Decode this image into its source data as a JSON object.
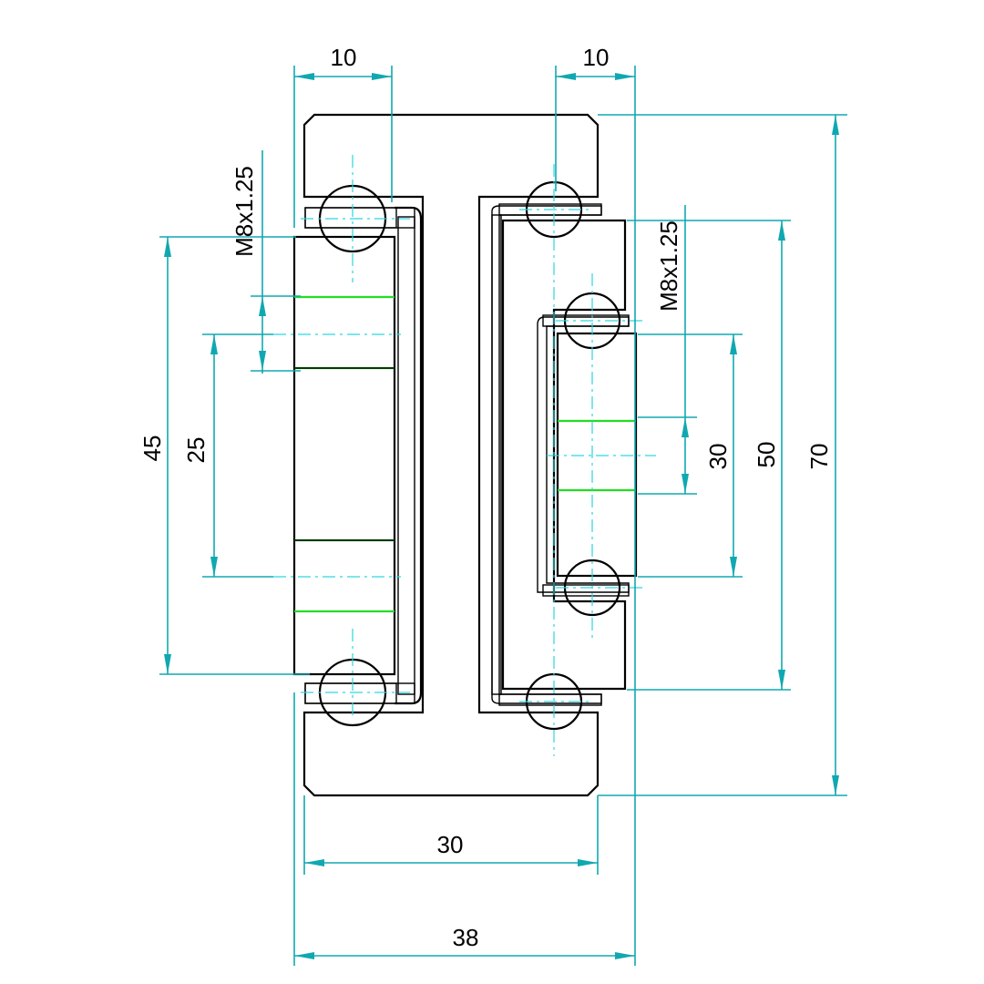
{
  "drawing": {
    "dimensions": {
      "top_left_width": "10",
      "top_right_width": "10",
      "thread_left": "M8x1.25",
      "thread_right": "M8x1.25",
      "height_45": "45",
      "height_25": "25",
      "height_30": "30",
      "height_50": "50",
      "height_70": "70",
      "width_30": "30",
      "width_38": "38"
    },
    "colors": {
      "dimension_lines": "#10a8b0",
      "center_lines": "#2cd6e0",
      "hatch_red": "#ff1010",
      "hatch_red_dark": "#cc2200",
      "outline": "#000000",
      "thread_green": "#22dd22"
    }
  }
}
